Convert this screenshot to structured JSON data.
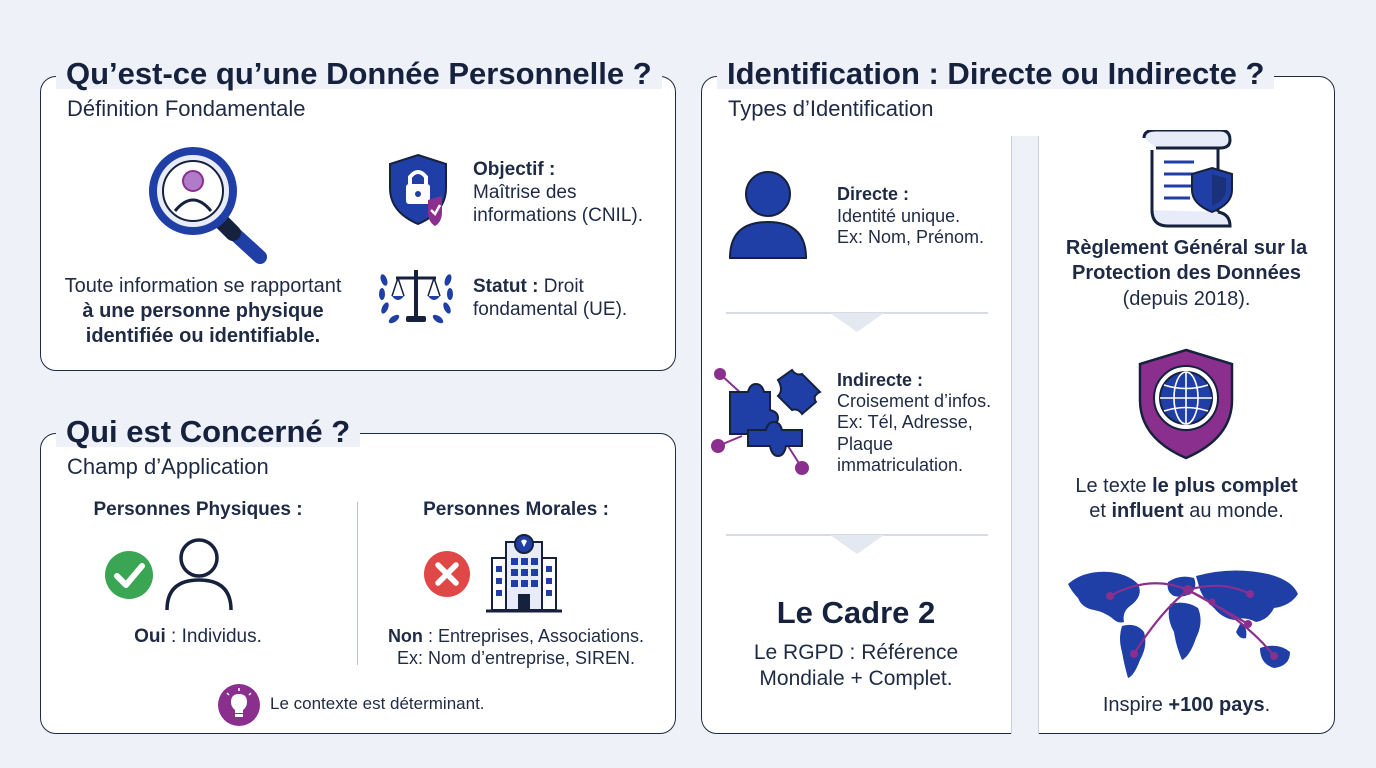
{
  "colors": {
    "blue": "#1f3fa6",
    "navy": "#16213d",
    "purple": "#8a2f8e",
    "green": "#3aa552",
    "red": "#e04848",
    "background": "#eef1f8"
  },
  "definition": {
    "title": "Qu’est-ce qu’une Donnée Personnelle ?",
    "subtitle": "Définition Fondamentale",
    "main_text_line1": "Toute information se rapportant",
    "main_text_bold_line2": "à une personne physique",
    "main_text_bold_line3": "identifiée ou identifiable.",
    "objectif_label": "Objectif :",
    "objectif_line1": "Maîtrise des",
    "objectif_line2": "informations (CNIL).",
    "statut_label": "Statut :",
    "statut_line1": " Droit",
    "statut_line2": "fondamental (UE).",
    "icons": [
      "magnifier-person-icon",
      "shield-lock-icon",
      "scales-justice-icon"
    ]
  },
  "scope": {
    "title": "Qui est Concerné ?",
    "subtitle": "Champ d’Application",
    "physical_heading": "Personnes Physiques :",
    "physical_answer": "Oui",
    "physical_text": " : Individus.",
    "moral_heading": "Personnes Morales :",
    "moral_answer": "Non",
    "moral_text": " : Entreprises, Associations.",
    "moral_example": "Ex: Nom d’entreprise, SIREN.",
    "note": "Le contexte est déterminant.",
    "icons": [
      "check-icon",
      "person-outline-icon",
      "cross-icon",
      "building-icon",
      "lightbulb-icon"
    ]
  },
  "identification": {
    "title": "Identification : Directe ou Indirecte ?",
    "subtitle": "Types d’Identification",
    "direct_label": "Directe :",
    "direct_line1": "Identité unique.",
    "direct_line2": "Ex: Nom, Prénom.",
    "indirect_label": "Indirecte :",
    "indirect_line1": "Croisement d’infos.",
    "indirect_line2": "Ex: Tél, Adresse,",
    "indirect_line3": "Plaque",
    "indirect_line4": "immatriculation.",
    "cadre_title": "Le Cadre 2",
    "cadre_line1": "Le RGPD : Référence",
    "cadre_line2": "Mondiale + Complet.",
    "icons": [
      "person-solid-icon",
      "puzzle-icon"
    ]
  },
  "rgpd": {
    "reglement_line1": "Règlement Général sur la",
    "reglement_line2": "Protection des Données",
    "reglement_line3": "(depuis 2018).",
    "texte_prefix": "Le texte ",
    "texte_bold1": "le plus complet",
    "texte_mid": "et ",
    "texte_bold2": "influent",
    "texte_suffix": " au monde.",
    "inspire_prefix": "Inspire ",
    "inspire_bold": "+100 pays",
    "inspire_suffix": ".",
    "icons": [
      "scroll-shield-icon",
      "globe-shield-icon",
      "world-map-icon"
    ]
  }
}
